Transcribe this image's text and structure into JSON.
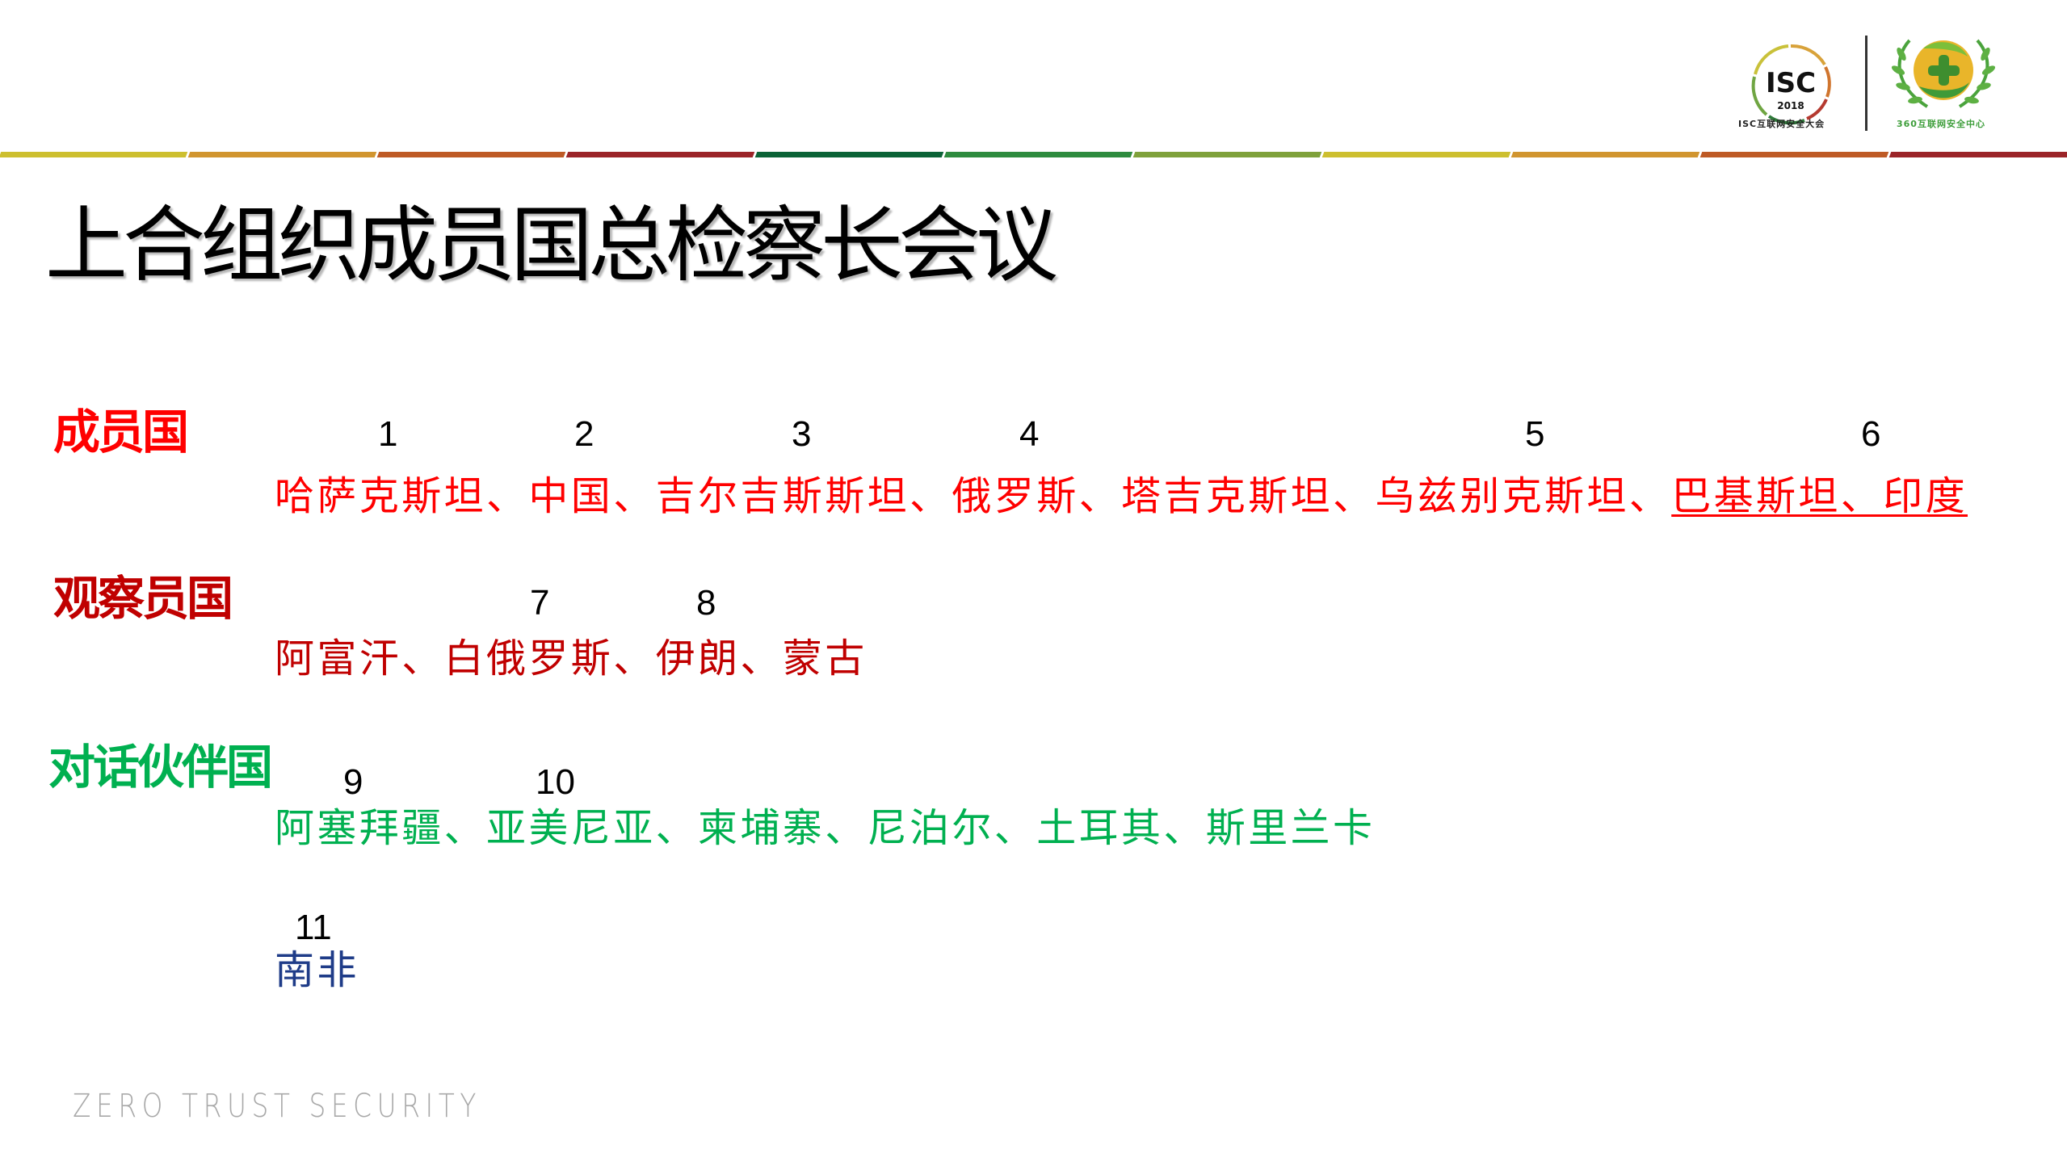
{
  "header": {
    "isc_logo": {
      "icon": "isc-2018-logo-icon",
      "text": "ISC",
      "year": "2018",
      "caption": "ISC互联网安全大会"
    },
    "logo_360": {
      "icon": "360-shield-laurel-logo-icon",
      "caption": "360互联网安全中心"
    },
    "color_band": [
      "#CDBF2F",
      "#D1952F",
      "#BE5A25",
      "#9B2428",
      "#0B6336",
      "#2E8B3E",
      "#7FA13B",
      "#CDBF2F",
      "#D1952F",
      "#BE5A25",
      "#9B2428"
    ]
  },
  "title": "上合组织成员国总检察长会议",
  "sections": {
    "members": {
      "label": "成员国",
      "label_color": "#FF0000",
      "text_color": "#FF0000",
      "numbers": [
        "1",
        "2",
        "3",
        "4",
        "5",
        "6"
      ],
      "countries_main": "哈萨克斯坦、中国、吉尔吉斯斯坦、俄罗斯、塔吉克斯坦、乌兹别克斯坦、",
      "countries_underlined": "巴基斯坦、印度"
    },
    "observers": {
      "label": "观察员国",
      "label_color": "#C00000",
      "text_color": "#C00000",
      "numbers": [
        "7",
        "8"
      ],
      "countries": "阿富汗、白俄罗斯、伊朗、蒙古"
    },
    "dialogue_partners": {
      "label": "对话伙伴国",
      "label_color": "#00B050",
      "text_color": "#00B050",
      "numbers": [
        "9",
        "10"
      ],
      "countries": "阿塞拜疆、亚美尼亚、柬埔寨、尼泊尔、土耳其、斯里兰卡"
    },
    "other": {
      "text_color": "#1F3C88",
      "numbers": [
        "11"
      ],
      "countries": "南非"
    }
  },
  "footer": {
    "text": "ZERO TRUST SECURITY"
  }
}
